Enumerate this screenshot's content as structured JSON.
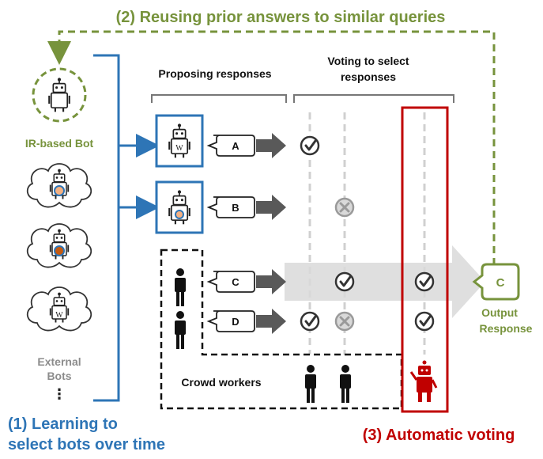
{
  "reuse_label": "(2) Reusing prior answers to similar queries",
  "ir_bot_label": "IR-based Bot",
  "external_bots_label_1": "External",
  "external_bots_label_2": "Bots",
  "more_dots": "⋮",
  "learning_label_1": "(1) Learning to",
  "learning_label_2": "select bots over time",
  "proposing_label": "Proposing responses",
  "voting_label_1": "Voting to select",
  "voting_label_2": "responses",
  "responses": [
    "A",
    "B",
    "C",
    "D"
  ],
  "crowd_workers_label": "Crowd workers",
  "output_letter": "C",
  "output_label_1": "Output",
  "output_label_2": "Response",
  "automatic_voting_label": "(3) Automatic voting",
  "bot_badges": {
    "wiki": "W"
  },
  "colors": {
    "green": "#77933c",
    "blue": "#2e75b6",
    "red": "#c00000",
    "gray": "#595959",
    "light_gray": "#d9d9d9"
  }
}
